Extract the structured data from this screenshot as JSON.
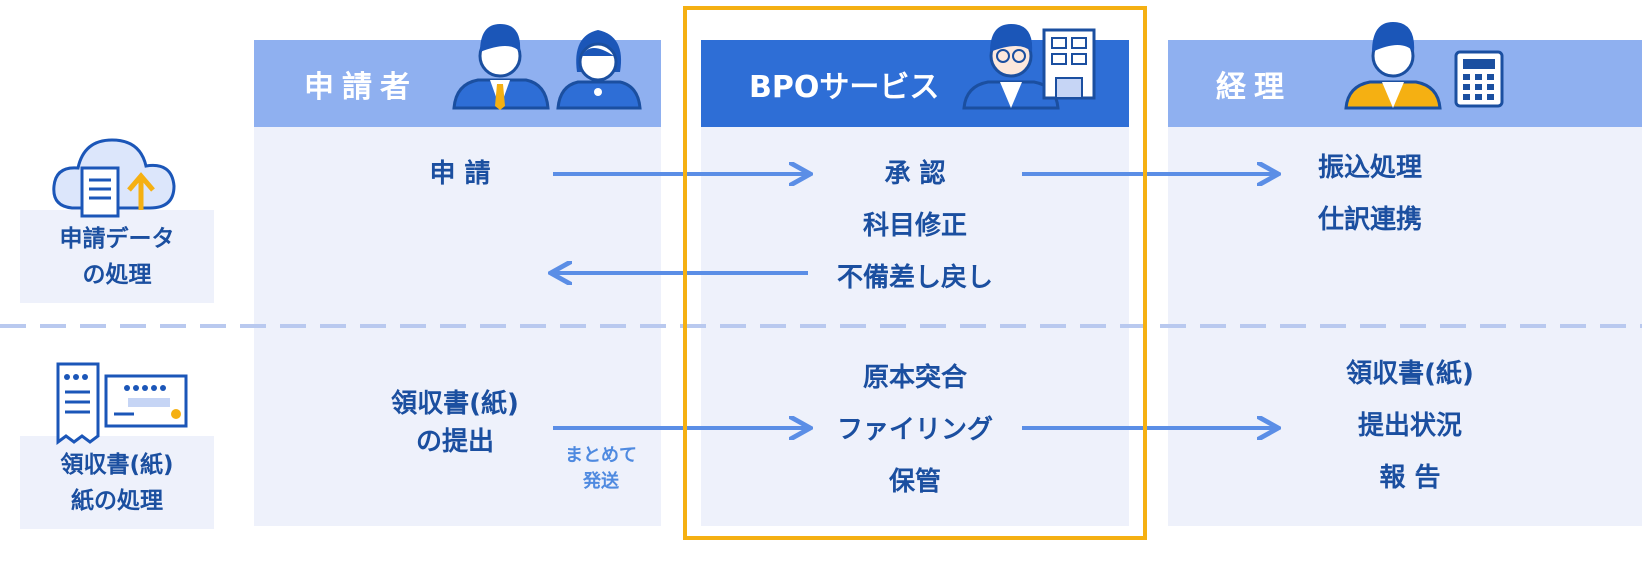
{
  "columns": {
    "applicant": {
      "header": "申請者"
    },
    "bpo": {
      "header": "BPOサービス"
    },
    "accounting": {
      "header": "経理"
    }
  },
  "rows": {
    "data": {
      "side_label": [
        "申請データ",
        "の処理"
      ],
      "applicant": [
        "申 請"
      ],
      "bpo": [
        "承 認",
        "科目修正",
        "不備差し戻し"
      ],
      "accounting": [
        "振込処理",
        "仕訳連携"
      ]
    },
    "paper": {
      "side_label": [
        "領収書(紙)",
        "紙の処理"
      ],
      "applicant": [
        "領収書(紙)",
        "の提出"
      ],
      "send_note": [
        "まとめて",
        "発送"
      ],
      "bpo": [
        "原本突合",
        "ファイリング",
        "保管"
      ],
      "accounting": [
        "領収書(紙)",
        "提出状況",
        "報 告"
      ]
    }
  },
  "colors": {
    "header_light": "#8fb0f0",
    "header_dark": "#2e6ed6",
    "panel": "#eef1fb",
    "text": "#1b4fa0",
    "arrow": "#5b8ee6",
    "highlight_border": "#f5b012"
  },
  "icons": [
    "cloud-upload-icon",
    "receipt-card-icon",
    "businessman-icon",
    "businesswoman-icon",
    "building-icon",
    "calculator-icon"
  ]
}
